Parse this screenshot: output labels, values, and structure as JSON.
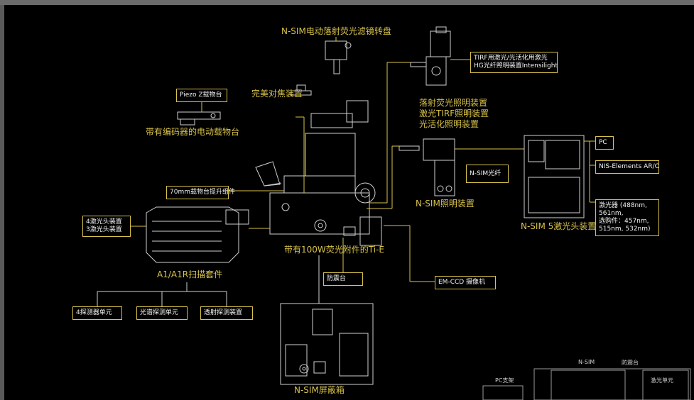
{
  "colors": {
    "background": "#000000",
    "accent": "#d8c24a",
    "line": "#cfcfcf"
  },
  "labels": {
    "filter_turret": "N-SIM电动落射荧光滤镜转盘",
    "perfect_focus": "完美对焦装置",
    "motorized_stage": "带有编码器的电动载物台",
    "epi_illum": [
      "落射荧光照明装置",
      "激光TIRF照明装置",
      "光活化照明装置"
    ],
    "nsim_illum": "N-SIM照明装置",
    "laser_head_5": "N-SIM 5激光头装置",
    "scan_kit": "A1/A1R扫描套件",
    "tie": "带有100W荧光附件的Ti-E",
    "enclosure": "N-SIM屏蔽箱"
  },
  "boxes": {
    "tirf": [
      "TIRF用激光/光活化用激光",
      "HG光纤照明装置Intensilight"
    ],
    "piezo": "Piezo Z载物台",
    "lift": "70mm载物台提升组件",
    "laser_units": [
      "4激光头装置",
      "3激光头装置"
    ],
    "fiber": "N-SIM光纤",
    "pc": "PC",
    "nis": "NIS-Elements AR/C",
    "lasers": [
      "激光器 (488nm,",
      "561nm,",
      "选购件：457nm,",
      "515nm, 532nm)"
    ],
    "detector4": "4探测器单元",
    "spectral": "光谱探测单元",
    "transmit": "透射探测装置",
    "table": "防震台",
    "emccd": "EM-CCD 摄像机"
  },
  "inset": {
    "pc_stand": "PC支架",
    "nsim": "N-SIM",
    "table": "防震台",
    "laser_unit": "激光单元"
  }
}
